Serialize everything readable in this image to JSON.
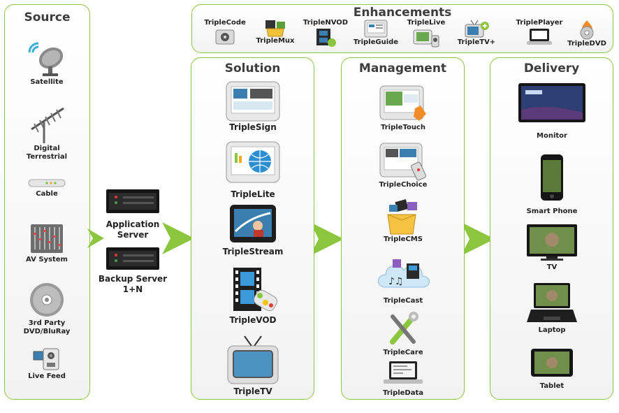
{
  "panels": {
    "source": {
      "title": "Source",
      "items": [
        "Satellite",
        "Digital",
        "Terrestrial",
        "Cable",
        "AV System",
        "3rd Party",
        "DVD/BluRay",
        "Live Feed"
      ]
    },
    "enhancements": {
      "title": "Enhancements",
      "items": [
        "TripleCode",
        "TripleMux",
        "TripleNVOD",
        "TripleGuide",
        "TripleLive",
        "TripleTV+",
        "TriplePlayer",
        "TripleDVD"
      ]
    },
    "servers": {
      "app_line1": "Application",
      "app_line2": "Server",
      "backup_line1": "Backup Server",
      "backup_line2": "1+N"
    },
    "solution": {
      "title": "Solution",
      "items": [
        "TripleSign",
        "TripleLite",
        "TripleStream",
        "TripleVOD",
        "TripleTV"
      ]
    },
    "management": {
      "title": "Management",
      "items": [
        "TripleTouch",
        "TripleChoice",
        "TripleCMS",
        "TripleCast",
        "TripleCare",
        "TripleData"
      ]
    },
    "delivery": {
      "title": "Delivery",
      "items": [
        "Monitor",
        "Smart Phone",
        "TV",
        "Laptop",
        "Tablet"
      ]
    }
  },
  "colors": {
    "accent": "#8cc63f",
    "screen": "#3a7fb0",
    "dark": "#222222"
  }
}
